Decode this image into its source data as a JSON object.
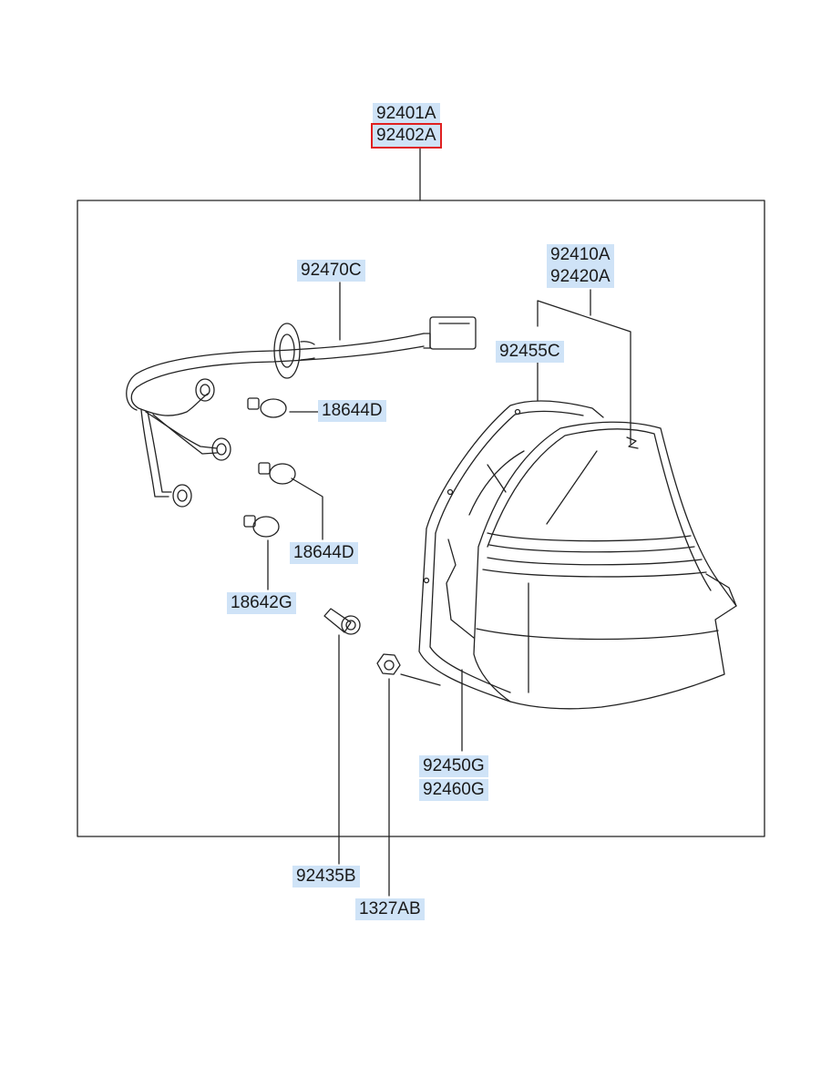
{
  "labels": {
    "assembly_lh": "92401A",
    "assembly_rh": "92402A",
    "wiring_harness": "92470C",
    "lens_housing_lh": "92410A",
    "lens_housing_rh": "92420A",
    "packing": "92455C",
    "bulb_top": "18644D",
    "bulb_middle": "18644D",
    "bulb_bottom": "18642G",
    "holder_lh": "92450G",
    "holder_rh": "92460G",
    "socket": "92435B",
    "nut": "1327AB"
  },
  "selected": "92402A",
  "colors": {
    "label_bg": "#cfe3f7",
    "highlight": "#e02020",
    "line": "#222222"
  }
}
